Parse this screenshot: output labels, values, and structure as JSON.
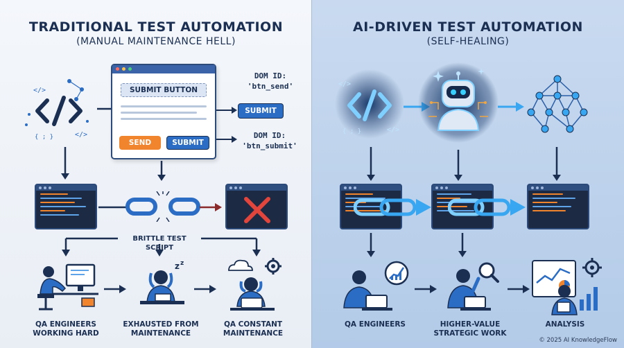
{
  "left": {
    "title": "TRADITIONAL TEST AUTOMATION",
    "subtitle": "(MANUAL MAINTENANCE HELL)",
    "browser": {
      "header_label": "SUBMIT BUTTON",
      "send_label": "SEND",
      "submit_label": "SUBMIT"
    },
    "external_submit_label": "SUBMIT",
    "dom_id_top": "DOM ID:\n'btn_send'",
    "dom_id_bottom": "DOM ID:\n'btn_submit'",
    "script_label": "BRITTLE TEST SCRIPT",
    "captions": [
      "QA ENGINEERS\nWORKING HARD",
      "EXHAUSTED FROM\nMAINTENANCE",
      "QA CONSTANT\nMAINTENANCE"
    ]
  },
  "right": {
    "title": "AI-DRIVEN TEST AUTOMATION",
    "subtitle": "(SELF-HEALING)",
    "captions": [
      "QA ENGINEERS",
      "HIGHER-VALUE\nSTRATEGIC WORK",
      "ANALYSIS"
    ]
  },
  "footer": "© 2025 AI KnowledgeFlow",
  "colors": {
    "navy": "#1b2f52",
    "orange": "#f0852d",
    "blue_button": "#2b6cc4",
    "red_x": "#e2453c",
    "glow_blue": "#38a6f0"
  }
}
